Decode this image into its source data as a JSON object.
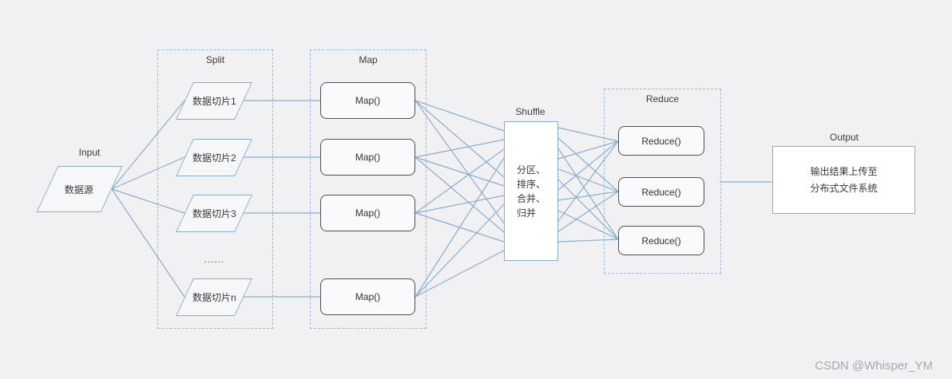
{
  "colors": {
    "background": "#f1f1f3",
    "accent_blue": "#8badcc",
    "dashed_border": "#9cb8d4",
    "node_border": "#4f4f4f",
    "text": "#383838",
    "watermark": "#a6a9ad"
  },
  "input": {
    "label": "Input",
    "node": "数据源"
  },
  "split": {
    "label": "Split",
    "slices": [
      "数据切片1",
      "数据切片2",
      "数据切片3",
      "数据切片n"
    ],
    "ellipsis": "......"
  },
  "map": {
    "label": "Map",
    "nodes": [
      "Map()",
      "Map()",
      "Map()",
      "Map()"
    ]
  },
  "shuffle": {
    "label": "Shuffle",
    "steps": [
      "分区、",
      "排序、",
      "合并、",
      "归并"
    ]
  },
  "reduce": {
    "label": "Reduce",
    "nodes": [
      "Reduce()",
      "Reduce()",
      "Reduce()"
    ]
  },
  "output": {
    "label": "Output",
    "lines": [
      "输出结果上传至",
      "分布式文件系统"
    ]
  },
  "watermark": "CSDN @Whisper_YM"
}
